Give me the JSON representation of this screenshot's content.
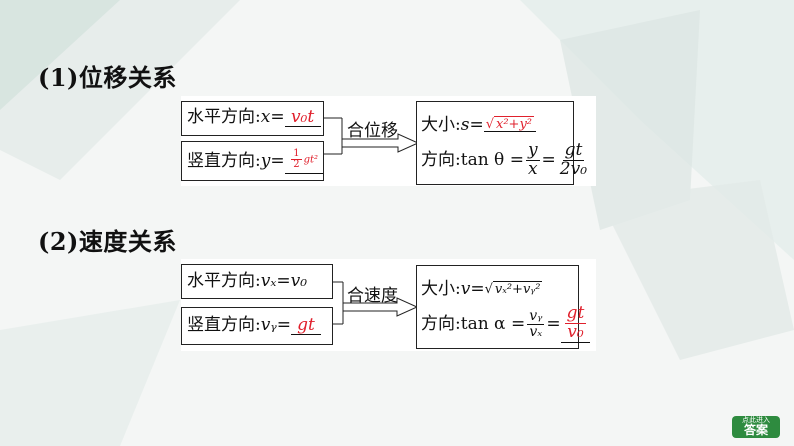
{
  "section1": {
    "heading": "(1)位移关系",
    "horizontal_label": "水平方向:",
    "horizontal_var": "x",
    "horizontal_eq": "=",
    "horizontal_answer": "v₀t",
    "vertical_label": "竖直方向:",
    "vertical_var": "y",
    "vertical_eq": "=",
    "vertical_answer_num": "1",
    "vertical_answer_den": "2",
    "vertical_answer_tail": "gt²",
    "arrow_label": "合位移",
    "magnitude_label": "大小:",
    "magnitude_var": "s",
    "magnitude_eq": " = ",
    "magnitude_answer": "x²+y²",
    "direction_label": "方向:",
    "direction_func": "tan θ = ",
    "direction_frac_num": "y",
    "direction_frac_den": "x",
    "direction_eq": "=",
    "direction_answer_num": "gt",
    "direction_answer_den": "2v₀"
  },
  "section2": {
    "heading": "(2)速度关系",
    "horizontal_label": "水平方向:",
    "horizontal_expr": "vₓ=v₀",
    "vertical_label": "竖直方向:",
    "vertical_var": "vᵧ",
    "vertical_eq": "=",
    "vertical_answer": "gt",
    "arrow_label": "合速度",
    "magnitude_label": "大小:",
    "magnitude_var": "v",
    "magnitude_eq": " = ",
    "magnitude_answer": "vₓ²+vᵧ²",
    "direction_label": "方向:",
    "direction_func": "tan α = ",
    "direction_frac_num": "vᵧ",
    "direction_frac_den": "vₓ",
    "direction_eq": "=",
    "direction_answer_num": "gt",
    "direction_answer_den": "v₀"
  },
  "answer_button": {
    "small_text": "点此进入",
    "big_text": "答案"
  },
  "colors": {
    "answer_red": "#e0202c",
    "button_green": "#2e8b3f",
    "background": "#f4f6f5"
  }
}
